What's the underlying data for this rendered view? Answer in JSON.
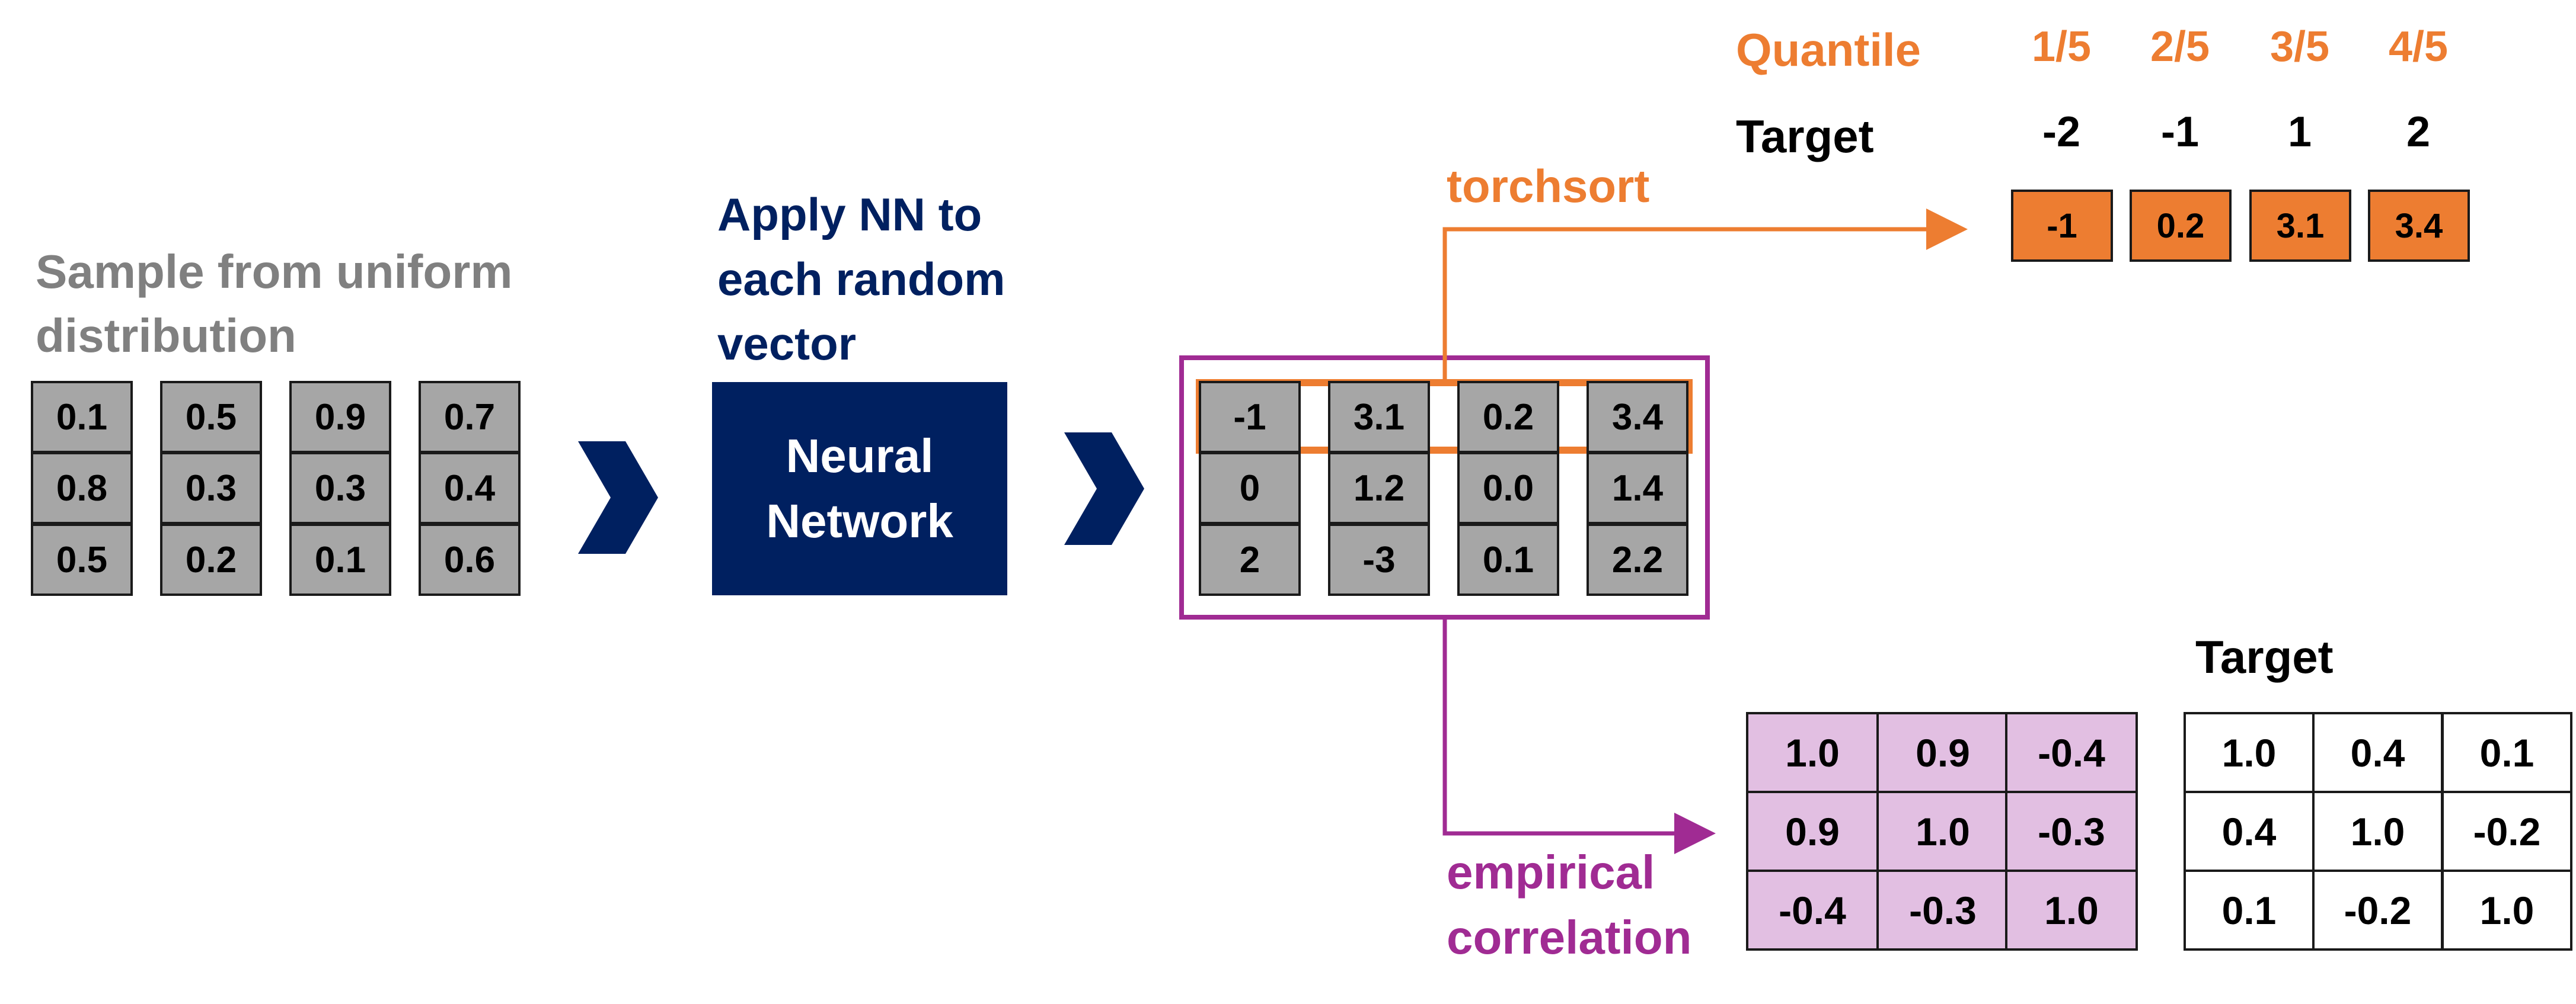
{
  "colors": {
    "gray_text": "#808080",
    "navy": "#002060",
    "orange": "#ed7d31",
    "purple": "#a02b93",
    "cell_gray": "#a6a6a6",
    "cell_pink": "#e2bfe2"
  },
  "sample": {
    "title": "Sample from uniform distribution",
    "columns": [
      [
        "0.1",
        "0.8",
        "0.5"
      ],
      [
        "0.5",
        "0.3",
        "0.2"
      ],
      [
        "0.9",
        "0.3",
        "0.1"
      ],
      [
        "0.7",
        "0.4",
        "0.6"
      ]
    ]
  },
  "nn": {
    "caption": "Apply NN to each random vector",
    "box_label": "Neural Network"
  },
  "output": {
    "columns": [
      [
        "-1",
        "0",
        "2"
      ],
      [
        "3.1",
        "1.2",
        "-3"
      ],
      [
        "0.2",
        "0.0",
        "0.1"
      ],
      [
        "3.4",
        "1.4",
        "2.2"
      ]
    ]
  },
  "torchsort": {
    "label": "torchsort",
    "quantile_label": "Quantile",
    "quantiles": [
      "1/5",
      "2/5",
      "3/5",
      "4/5"
    ],
    "target_label": "Target",
    "targets": [
      "-2",
      "-1",
      "1",
      "2"
    ],
    "sorted": [
      "-1",
      "0.2",
      "3.1",
      "3.4"
    ]
  },
  "correlation": {
    "label": "empirical correlation",
    "empirical": [
      [
        "1.0",
        "0.9",
        "-0.4"
      ],
      [
        "0.9",
        "1.0",
        "-0.3"
      ],
      [
        "-0.4",
        "-0.3",
        "1.0"
      ]
    ],
    "target_label": "Target",
    "target": [
      [
        "1.0",
        "0.4",
        "0.1"
      ],
      [
        "0.4",
        "1.0",
        "-0.2"
      ],
      [
        "0.1",
        "-0.2",
        "1.0"
      ]
    ]
  },
  "icons": {
    "arrow": "chevron-right-icon"
  }
}
